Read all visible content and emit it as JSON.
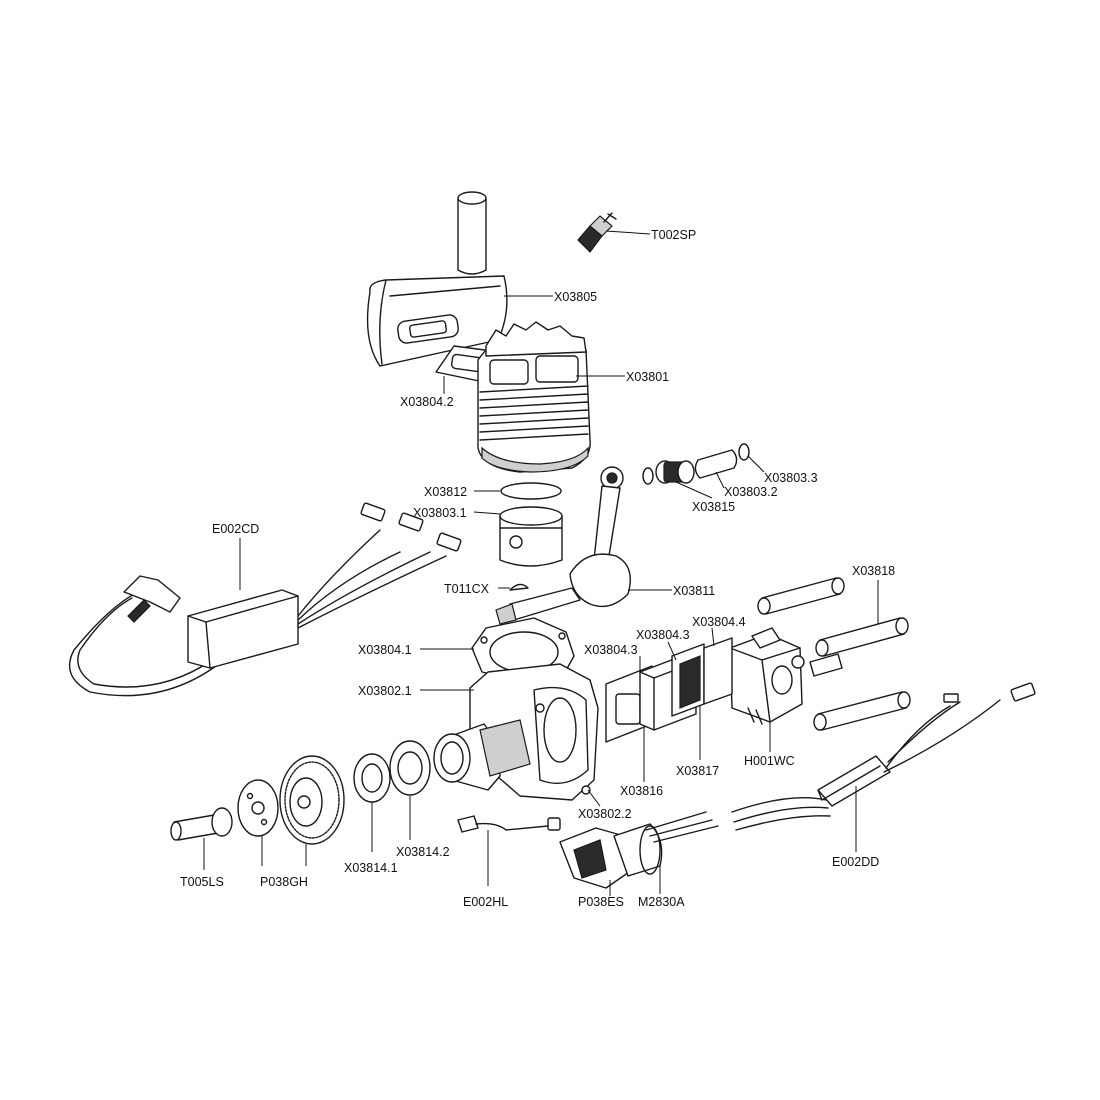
{
  "diagram": {
    "labels": {
      "T002SP": "T002SP",
      "X03805": "X03805",
      "X03801": "X03801",
      "X03804_2": "X03804.2",
      "X03803_3": "X03803.3",
      "X03803_2": "X03803.2",
      "X03815": "X03815",
      "X03812": "X03812",
      "X03803_1": "X03803.1",
      "E002CD": "E002CD",
      "T011CX": "T011CX",
      "X03811": "X03811",
      "X03818": "X03818",
      "X03804_4": "X03804.4",
      "X03804_3a": "X03804.3",
      "X03804_3b": "X03804.3",
      "X03804_1": "X03804.1",
      "X03802_1": "X03802.1",
      "H001WC": "H001WC",
      "X03817": "X03817",
      "X03816": "X03816",
      "X03802_2": "X03802.2",
      "E002DD": "E002DD",
      "T005LS": "T005LS",
      "P038GH": "P038GH",
      "X03814_1": "X03814.1",
      "X03814_2": "X03814.2",
      "E002HL": "E002HL",
      "P038ES": "P038ES",
      "M2830A": "M2830A"
    }
  }
}
